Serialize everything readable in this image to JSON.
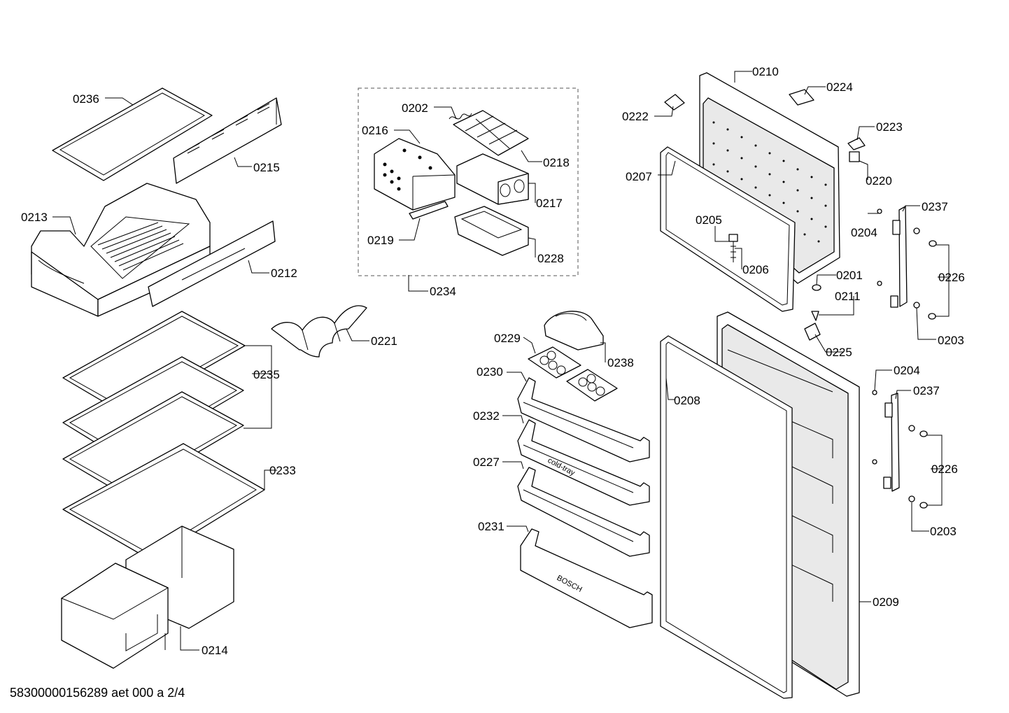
{
  "document_id": "58300000156289 aet 000 a 2/4",
  "door_texts": {
    "cold_tray": "cold-tray",
    "brand": "BOSCH"
  },
  "callouts": {
    "c0236": "0236",
    "c0215": "0215",
    "c0213": "0213",
    "c0212": "0212",
    "c0202": "0202",
    "c0216": "0216",
    "c0218": "0218",
    "c0217": "0217",
    "c0219": "0219",
    "c0228": "0228",
    "c0234": "0234",
    "c0221": "0221",
    "c0235": "0235",
    "c0233": "0233",
    "c0214": "0214",
    "c0210": "0210",
    "c0224": "0224",
    "c0222": "0222",
    "c0223": "0223",
    "c0220": "0220",
    "c0207": "0207",
    "c0205": "0205",
    "c0206": "0206",
    "c0204a": "0204",
    "c0237a": "0237",
    "c0226a": "0226",
    "c0201": "0201",
    "c0211": "0211",
    "c0203a": "0203",
    "c0225": "0225",
    "c0229": "0229",
    "c0238": "0238",
    "c0230": "0230",
    "c0232": "0232",
    "c0227": "0227",
    "c0231": "0231",
    "c0208": "0208",
    "c0209": "0209",
    "c0204b": "0204",
    "c0237b": "0237",
    "c0226b": "0226",
    "c0203b": "0203"
  }
}
